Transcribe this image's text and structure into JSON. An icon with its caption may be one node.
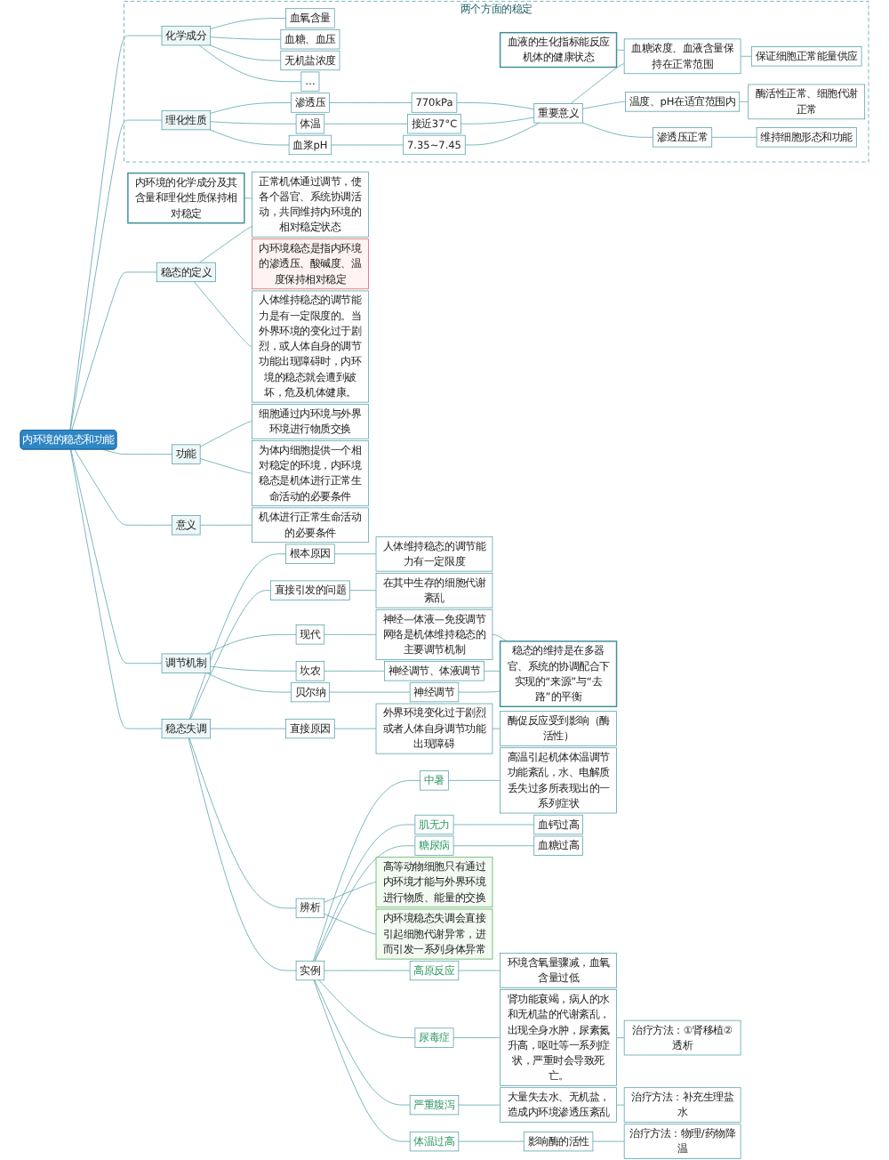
{
  "diagram": {
    "nodes": [
      {
        "text": [
          "内环境的稳态和功能"
        ]
      },
      {
        "text": [
          "稳态的定义"
        ]
      },
      {
        "text": [
          "正常机体通过调节，使各个器官、系统协调活动，共同维持内环境的相对稳定状态"
        ]
      },
      {
        "text": [
          "内环境的化学成分及其含量和理化性质保持相对稳定"
        ]
      },
      {
        "text": [
          "内环境稳态是指内环境的渗透压、酸碱度、温度保持相对稳定"
        ]
      },
      {
        "text": [
          "人体维持稳态的调节能力是有一定限度的。当外界环境的变化过于剧烈，或人体自身的调节功能出现障碍时，内环境的稳态就会遭到破坏，危及机体健康。"
        ]
      },
      {
        "text": [
          "两个方面的稳定"
        ]
      },
      {
        "text": [
          "化学成分"
        ],
        "in": 6
      },
      {
        "text": [
          "血氧含量"
        ],
        "in": 6
      },
      {
        "text": [
          "血糖、血压"
        ],
        "in": 6
      },
      {
        "text": [
          "无机盐浓度"
        ],
        "in": 6
      },
      {
        "text": [
          "…"
        ],
        "in": 6
      },
      {
        "text": [
          "理化性质"
        ],
        "in": 6
      },
      {
        "text": [
          "血浆pH"
        ],
        "in": 6
      },
      {
        "text": [
          "7.35~7.45"
        ],
        "in": 6
      },
      {
        "text": [
          "体温"
        ],
        "in": 6
      },
      {
        "text": [
          "接近37°C"
        ],
        "in": 6
      },
      {
        "text": [
          "渗透压"
        ],
        "in": 6
      },
      {
        "text": [
          "770kPa"
        ],
        "in": 6
      },
      {
        "text": [
          "重要意义"
        ],
        "in": 6
      },
      {
        "text": [
          "血糖浓度、血液含量保持在正常范围"
        ],
        "in": 6
      },
      {
        "text": [
          "保证细胞正常能量供应"
        ],
        "in": 6
      },
      {
        "text": [
          "温度、pH在适宜范围内"
        ],
        "in": 6
      },
      {
        "text": [
          "酶活性正常、细胞代谢正常"
        ],
        "in": 6
      },
      {
        "text": [
          "渗透压正常"
        ],
        "in": 6
      },
      {
        "text": [
          "维持细胞形态和功能"
        ],
        "in": 6
      },
      {
        "text": [
          "血液的生化指标能反应机体的健康状态"
        ],
        "in": 6
      },
      {
        "text": [
          "调节机制"
        ]
      },
      {
        "text": [
          "贝尔纳"
        ]
      },
      {
        "text": [
          "神经调节"
        ]
      },
      {
        "text": [
          "坎农"
        ]
      },
      {
        "text": [
          "神经调节、体液调节"
        ]
      },
      {
        "text": [
          "现代"
        ]
      },
      {
        "text": [
          "神经—体液—免疫调节网络是机体维持稳态的主要调节机制"
        ]
      },
      {
        "text": [
          "稳态的维持是在多器官、系统的协调配合下实现的“来源”与“去路”的平衡"
        ]
      },
      {
        "text": [
          "稳态失调"
        ]
      },
      {
        "text": [
          "根本原因"
        ]
      },
      {
        "text": [
          "人体维持稳态的调节能力有一定限度"
        ]
      },
      {
        "text": [
          "直接原因"
        ]
      },
      {
        "text": [
          "外界环境变化过于剧烈或者人体自身调节功能出现障碍"
        ]
      },
      {
        "text": [
          "酶促反应受到影响（酶活性）"
        ]
      },
      {
        "text": [
          "直接引发的问题"
        ]
      },
      {
        "text": [
          "在其中生存的细胞代谢紊乱"
        ]
      },
      {
        "text": [
          "实例"
        ]
      },
      {
        "text": [
          "中暑"
        ]
      },
      {
        "text": [
          "高温引起机体体温调节功能紊乱，水、电解质丢失过多所表现出的一系列症状"
        ]
      },
      {
        "text": [
          "肌无力"
        ]
      },
      {
        "text": [
          "血钙过高"
        ]
      },
      {
        "text": [
          "糖尿病"
        ]
      },
      {
        "text": [
          "血糖过高"
        ]
      },
      {
        "text": [
          "尿毒症"
        ]
      },
      {
        "text": [
          "肾功能衰竭，病人的水和无机盐的代谢紊乱，出现全身水肿，尿素氮升高，呕吐等一系列症状，严重时会导致死亡。"
        ]
      },
      {
        "text": [
          "治疗方法：①肾移植②透析"
        ]
      },
      {
        "text": [
          "高原反应"
        ]
      },
      {
        "text": [
          "环境含氧量骤减，血氧含量过低"
        ]
      },
      {
        "text": [
          "严重腹泻"
        ]
      },
      {
        "text": [
          "大量失去水、无机盐，造成内环境渗透压紊乱"
        ]
      },
      {
        "text": [
          "治疗方法：补充生理盐水"
        ]
      },
      {
        "text": [
          "体温过高"
        ]
      },
      {
        "text": [
          "影响酶的活性"
        ]
      },
      {
        "text": [
          "治疗方法：物理/药物降温"
        ]
      },
      {
        "text": [
          "辨析"
        ]
      },
      {
        "text": [
          "高等动物细胞只有通过内环境才能与外界环境进行物质、能量的交换"
        ]
      },
      {
        "text": [
          "内环境稳态失调会直接引起细胞代谢异常，进而引发一系列身体异常"
        ]
      },
      {
        "text": [
          "功能"
        ]
      },
      {
        "text": [
          "细胞通过内环境与外界环境进行物质交换"
        ]
      },
      {
        "text": [
          "为体内细胞提供一个相对稳定的环境，内环境稳态是机体进行正常生命活动的必要条件"
        ]
      },
      {
        "text": [
          "意义"
        ]
      },
      {
        "text": [
          "机体进行正常生命活动的必要条件"
        ]
      }
    ],
    "edges": [
      {
        "from": 0,
        "to": 1,
        "arrow": "none"
      },
      {
        "from": 1,
        "to": 2,
        "arrow": "none"
      },
      {
        "from": 3,
        "to": 2,
        "arrow": "none"
      },
      {
        "from": 1,
        "to": 5,
        "arrow": "none"
      },
      {
        "from": 0,
        "to": 7,
        "arrow": "none"
      },
      {
        "from": 7,
        "to": 8,
        "arrow": "none"
      },
      {
        "from": 7,
        "to": 9,
        "arrow": "none"
      },
      {
        "from": 7,
        "to": 10,
        "arrow": "none"
      },
      {
        "from": 7,
        "to": 11,
        "arrow": "none"
      },
      {
        "from": 0,
        "to": 12,
        "arrow": "none"
      },
      {
        "from": 12,
        "to": 13,
        "arrow": "none"
      },
      {
        "from": 13,
        "to": 14,
        "arrow": "none"
      },
      {
        "from": 12,
        "to": 15,
        "arrow": "none"
      },
      {
        "from": 15,
        "to": 16,
        "arrow": "none"
      },
      {
        "from": 12,
        "to": 17,
        "arrow": "none"
      },
      {
        "from": 17,
        "to": 18,
        "arrow": "none"
      },
      {
        "from": 14,
        "to": 19,
        "arrow": "none"
      },
      {
        "from": 16,
        "to": 19,
        "arrow": "none"
      },
      {
        "from": 18,
        "to": 19,
        "arrow": "none"
      },
      {
        "from": 19,
        "to": 20,
        "arrow": "none"
      },
      {
        "from": 20,
        "to": 21,
        "arrow": "none"
      },
      {
        "from": 19,
        "to": 22,
        "arrow": "none"
      },
      {
        "from": 22,
        "to": 23,
        "arrow": "none"
      },
      {
        "from": 19,
        "to": 24,
        "arrow": "none"
      },
      {
        "from": 24,
        "to": 25,
        "arrow": "none"
      },
      {
        "from": 26,
        "to": 20,
        "arrow": "none"
      },
      {
        "from": 0,
        "to": 27,
        "arrow": "none"
      },
      {
        "from": 27,
        "to": 28,
        "arrow": "none"
      },
      {
        "from": 28,
        "to": 29,
        "arrow": "none"
      },
      {
        "from": 27,
        "to": 30,
        "arrow": "none"
      },
      {
        "from": 30,
        "to": 31,
        "arrow": "none"
      },
      {
        "from": 27,
        "to": 32,
        "arrow": "none"
      },
      {
        "from": 32,
        "to": 33,
        "arrow": "none"
      },
      {
        "from": 29,
        "to": 34,
        "arrow": "none"
      },
      {
        "from": 31,
        "to": 34,
        "arrow": "none"
      },
      {
        "from": 33,
        "to": 34,
        "arrow": "none"
      },
      {
        "from": 0,
        "to": 35,
        "arrow": "none"
      },
      {
        "from": 35,
        "to": 36,
        "arrow": "none"
      },
      {
        "from": 36,
        "to": 37,
        "arrow": "none"
      },
      {
        "from": 35,
        "to": 38,
        "arrow": "none"
      },
      {
        "from": 38,
        "to": 39,
        "arrow": "none"
      },
      {
        "from": 39,
        "to": 40,
        "arrow": "none"
      },
      {
        "from": 35,
        "to": 41,
        "arrow": "none"
      },
      {
        "from": 41,
        "to": 42,
        "arrow": "none"
      },
      {
        "from": 35,
        "to": 43,
        "arrow": "none"
      },
      {
        "from": 43,
        "to": 44,
        "arrow": "none"
      },
      {
        "from": 44,
        "to": 45,
        "arrow": "none"
      },
      {
        "from": 43,
        "to": 46,
        "arrow": "none"
      },
      {
        "from": 46,
        "to": 47,
        "arrow": "none"
      },
      {
        "from": 43,
        "to": 48,
        "arrow": "none"
      },
      {
        "from": 48,
        "to": 49,
        "arrow": "none"
      },
      {
        "from": 43,
        "to": 50,
        "arrow": "none"
      },
      {
        "from": 50,
        "to": 51,
        "arrow": "none"
      },
      {
        "from": 51,
        "to": 52,
        "arrow": "none"
      },
      {
        "from": 43,
        "to": 53,
        "arrow": "none"
      },
      {
        "from": 53,
        "to": 54,
        "arrow": "none"
      },
      {
        "from": 43,
        "to": 55,
        "arrow": "none"
      },
      {
        "from": 55,
        "to": 56,
        "arrow": "none"
      },
      {
        "from": 56,
        "to": 57,
        "arrow": "none"
      },
      {
        "from": 43,
        "to": 58,
        "arrow": "none"
      },
      {
        "from": 58,
        "to": 59,
        "arrow": "none"
      },
      {
        "from": 59,
        "to": 60,
        "arrow": "none"
      },
      {
        "from": 35,
        "to": 61,
        "arrow": "none"
      },
      {
        "from": 61,
        "to": 62,
        "arrow": "none"
      },
      {
        "from": 61,
        "to": 63,
        "arrow": "none"
      },
      {
        "from": 0,
        "to": 64,
        "arrow": "none"
      },
      {
        "from": 64,
        "to": 65,
        "arrow": "none"
      },
      {
        "from": 64,
        "to": 66,
        "arrow": "none"
      },
      {
        "from": 0,
        "to": 67,
        "arrow": "none"
      },
      {
        "from": 67,
        "to": 68,
        "arrow": "none"
      }
    ]
  }
}
